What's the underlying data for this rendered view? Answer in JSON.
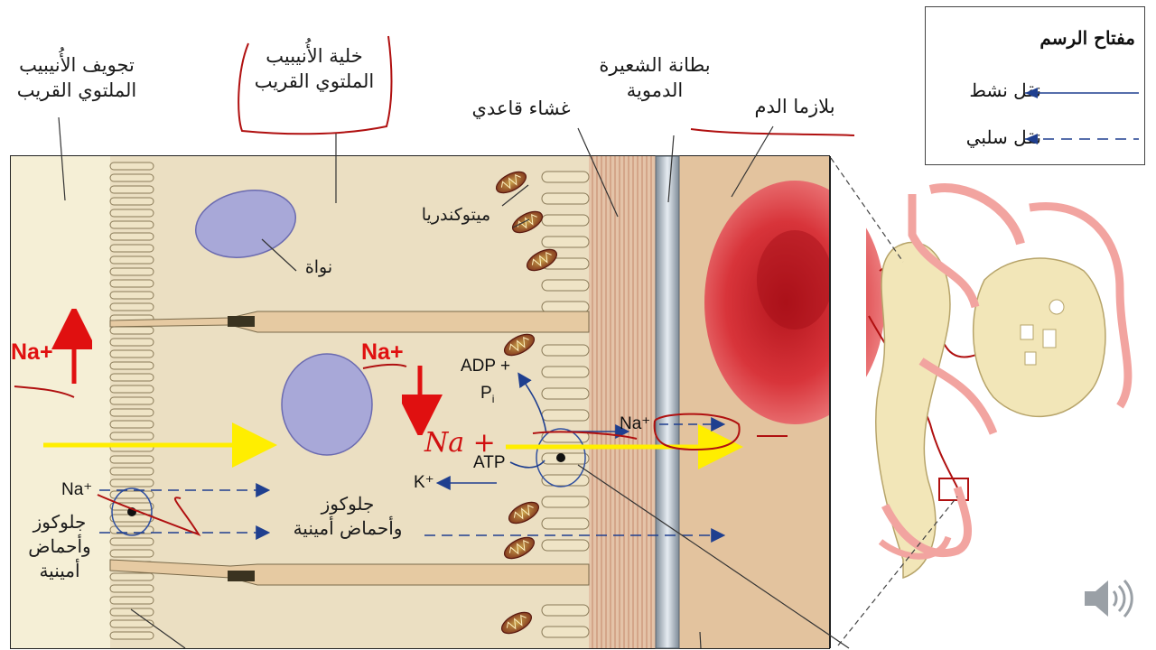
{
  "labels": {
    "lumen": "تجويف الأُنيبيب\nالملتوي القريب",
    "tubule_cell": "خلية الأُنيبيب\nالملتوي القريب",
    "capillary_endothelium": "بطانة الشعيرة\nالدموية",
    "basement_membrane": "غشاء قاعدي",
    "blood_plasma": "بلازما الدم",
    "mitochondria": "ميتوكندريا",
    "nucleus": "نواة",
    "glucose_aa_mid": "جلوكوز\nوأحماض أمينية",
    "glucose_aa_left": "جلوكوز\nوأحماض\nأمينية"
  },
  "chemicals": {
    "na_left": "Na⁺",
    "na_right": "Na⁺",
    "k": "K⁺",
    "adp": "ADP +",
    "pi": "P",
    "pi_sub": "i",
    "atp": "ATP"
  },
  "annotations": {
    "na_plus_left": "Na+",
    "na_plus_mid": "Na+",
    "handwritten_na": "Na +"
  },
  "key": {
    "title": "مفتاح الرسم",
    "active": "نقل نشط",
    "passive": "نقل سلبي",
    "active_color": "#1f3f8f",
    "passive_color": "#1f3f8f"
  },
  "colors": {
    "cell_fill": "#ede3c8",
    "lumen_fill": "#f3ecd2",
    "microvilli": "#e8dcbd",
    "nucleus_fill": "#a8a8d8",
    "rbc": "#d8343a",
    "plasma": "#e7c9a4",
    "annotation_red": "#b01010",
    "highlight_yellow": "#ffee00",
    "arrow_blue": "#1f3f8f"
  },
  "icons": {
    "speaker": "speaker-icon"
  }
}
